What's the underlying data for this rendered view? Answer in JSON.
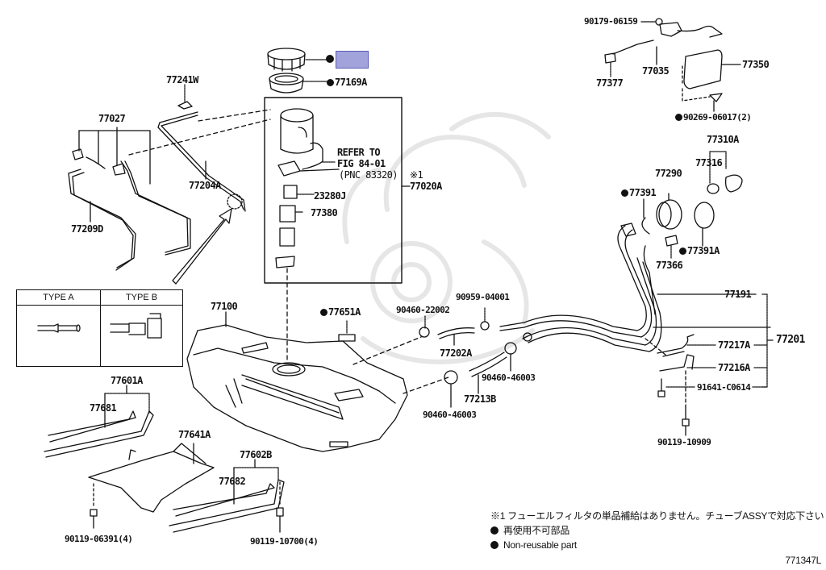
{
  "diagram": {
    "title": "Fuel Tank & Tube Parts Diagram",
    "figure_id": "771347L",
    "highlight_color": "#a3a3dc",
    "parts": {
      "p77241W": "77241W",
      "p77027": "77027",
      "p77204A": "77204A",
      "p77209D": "77209D",
      "p77169A": "77169A",
      "refer_line1": "REFER TO",
      "refer_line2": "FIG 84-01",
      "refer_line3": "(PNC 83320)",
      "p23280J": "23280J",
      "p77380": "77380",
      "mark1": "※1",
      "p77020A": "77020A",
      "p90179_06159": "90179-06159",
      "p77035": "77035",
      "p77377": "77377",
      "p77350": "77350",
      "p90269_06017": "90269-06017(2)",
      "p77310A": "77310A",
      "p77316": "77316",
      "p77290": "77290",
      "p77391": "77391",
      "p77391A": "77391A",
      "p77366": "77366",
      "p77191": "77191",
      "p77201": "77201",
      "p77217A": "77217A",
      "p77216A": "77216A",
      "p91641_C0614": "91641-C0614",
      "p90119_10909": "90119-10909",
      "p77100": "77100",
      "p77651A": "77651A",
      "p90460_22002": "90460-22002",
      "p90959_04001": "90959-04001",
      "p77202A": "77202A",
      "p90460_46003_a": "90460-46003",
      "p77213B": "77213B",
      "p90460_46003_b": "90460-46003",
      "p77601A": "77601A",
      "p77681": "77681",
      "p77641A": "77641A",
      "p77602B": "77602B",
      "p77682": "77682",
      "p90119_06391": "90119-06391(4)",
      "p90119_10700": "90119-10700(4)"
    },
    "type_table": {
      "type_a": "TYPE A",
      "type_b": "TYPE B"
    },
    "notes": {
      "note1": "※1 フューエルフィルタの単品補給はありません。チューブASSYで対応下さい",
      "legend_jp": "再使用不可部品",
      "legend_en": "Non-reusable part"
    }
  }
}
